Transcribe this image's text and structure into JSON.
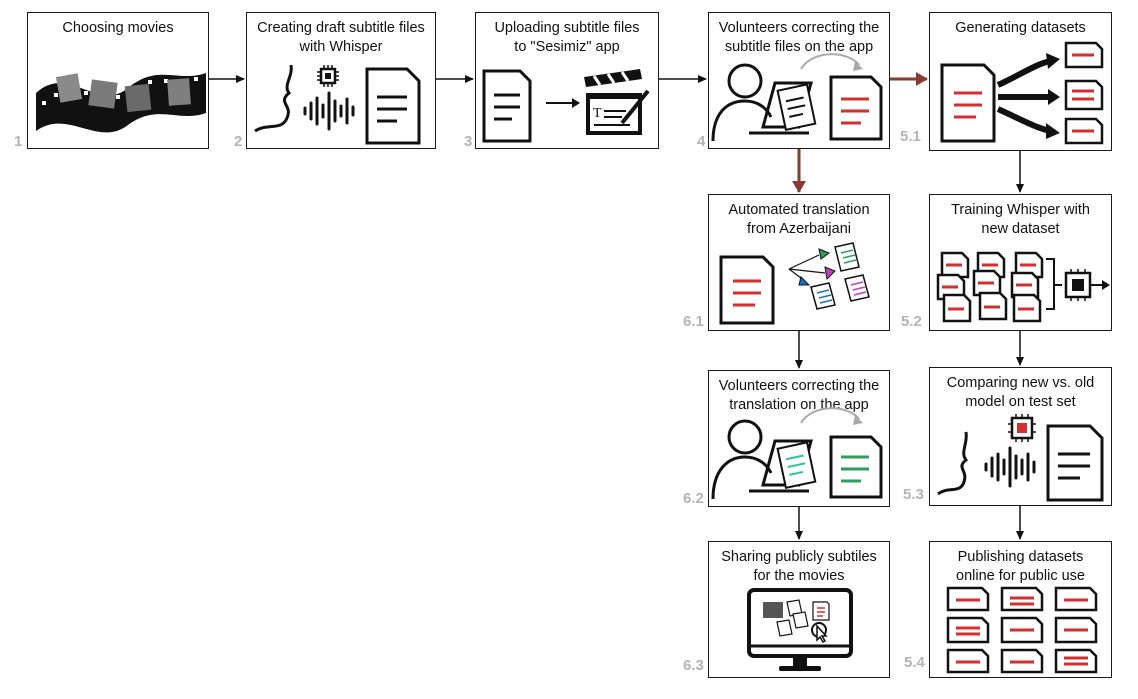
{
  "colors": {
    "black_arrow": "#111111",
    "red_arrow": "#8b3a32",
    "line_red": "#d32f2f",
    "line_green": "#2e9e5a",
    "step_number": "#b4b4b4"
  },
  "steps": [
    {
      "id": "1",
      "num": "1",
      "title_lines": [
        "Choosing movies"
      ]
    },
    {
      "id": "2",
      "num": "2",
      "title_lines": [
        "Creating draft subtitle files",
        "with Whisper"
      ]
    },
    {
      "id": "3",
      "num": "3",
      "title_lines": [
        "Uploading subtitle files",
        "to \"Sesimiz\" app"
      ]
    },
    {
      "id": "4",
      "num": "4",
      "title_lines": [
        "Volunteers correcting the",
        "subtitle files on the app"
      ]
    },
    {
      "id": "5.1",
      "num": "5.1",
      "title_lines": [
        "Generating datasets"
      ]
    },
    {
      "id": "5.2",
      "num": "5.2",
      "title_lines": [
        "Training Whisper with",
        "new dataset"
      ]
    },
    {
      "id": "5.3",
      "num": "5.3",
      "title_lines": [
        "Comparing  new vs. old",
        "model on test set"
      ]
    },
    {
      "id": "5.4",
      "num": "5.4",
      "title_lines": [
        "Publishing datasets",
        "online for public use"
      ]
    },
    {
      "id": "6.1",
      "num": "6.1",
      "title_lines": [
        "Automated translation",
        "from Azerbaijani"
      ]
    },
    {
      "id": "6.2",
      "num": "6.2",
      "title_lines": [
        "Volunteers correcting the",
        "translation on the app"
      ]
    },
    {
      "id": "6.3",
      "num": "6.3",
      "title_lines": [
        "Sharing publicly subtiles",
        "for the movies"
      ]
    }
  ],
  "icons": {
    "step1": "film-strip-icon",
    "step2": "speaking-head-with-chip-icon",
    "step3": "upload-to-app-icon",
    "step4": "volunteer-laptop-icon",
    "step51": "dataset-split-icon",
    "step52": "training-documents-icon",
    "step53": "speech-model-compare-icon",
    "step54": "published-datasets-icon",
    "step61": "translation-icon",
    "step62": "volunteer-translation-icon",
    "step63": "monitor-share-icon"
  }
}
